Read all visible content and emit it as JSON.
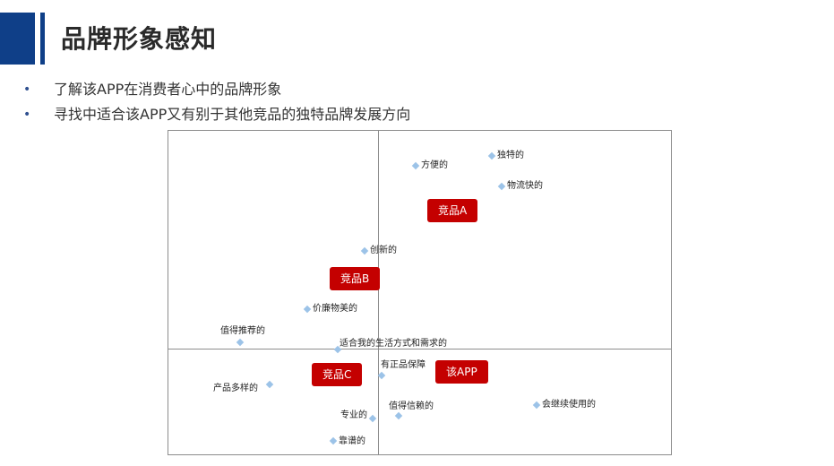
{
  "header": {
    "title": "品牌形象感知"
  },
  "bullets": [
    "了解该APP在消费者心中的品牌形象",
    "寻找中适合该APP又有别于其他竞品的独特品牌发展方向"
  ],
  "brands": [
    "竞品A",
    "竞品B",
    "竞品C",
    "该APP"
  ],
  "attributes": [
    "方便的",
    "独特的",
    "物流快的",
    "创新的",
    "价廉物美的",
    "值得推荐的",
    "适合我的生活方式和需求的",
    "有正品保障",
    "产品多样的",
    "值得信赖的",
    "会继续使用的",
    "专业的",
    "靠谱的"
  ],
  "colors": {
    "brand_tag": "#c40000",
    "marker": "#9cc3e8",
    "title_bar": "#0f3f88"
  }
}
